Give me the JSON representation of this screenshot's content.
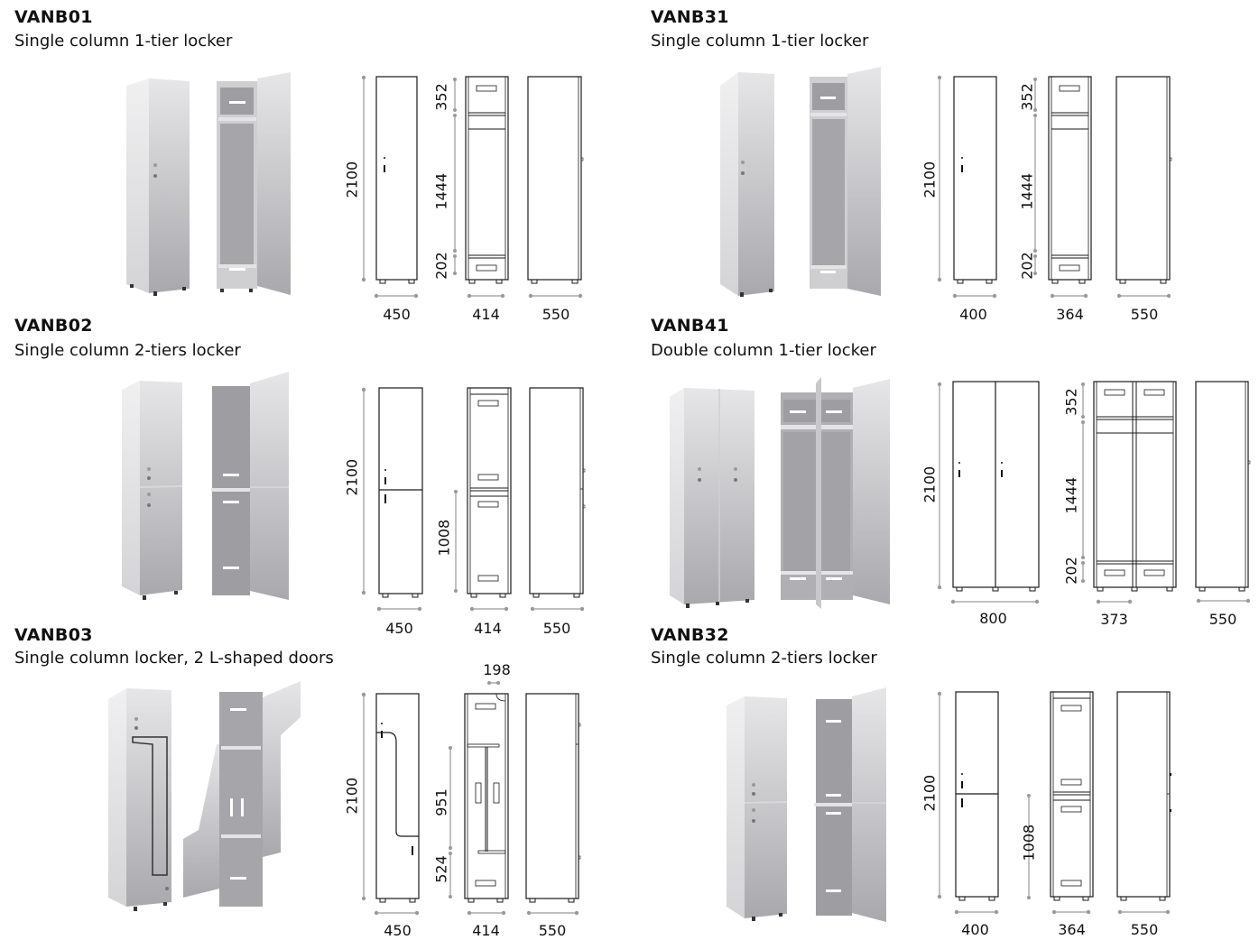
{
  "products": [
    {
      "code": "VANB01",
      "description": "Single column 1-tier locker",
      "drawings": {
        "front": {
          "height": "2100",
          "width": "450"
        },
        "interior": {
          "width": "414",
          "segments": [
            "352",
            "1444",
            "202"
          ]
        },
        "side": {
          "depth": "550"
        }
      }
    },
    {
      "code": "VANB31",
      "description": "Single column 1-tier locker",
      "drawings": {
        "front": {
          "height": "2100",
          "width": "400"
        },
        "interior": {
          "width": "364",
          "segments": [
            "352",
            "1444",
            "202"
          ]
        },
        "side": {
          "depth": "550"
        }
      }
    },
    {
      "code": "VANB02",
      "description": "Single column 2-tiers locker",
      "drawings": {
        "front": {
          "height": "2100",
          "width": "450"
        },
        "interior": {
          "width": "414",
          "segments": [
            "1008"
          ]
        },
        "side": {
          "depth": "550"
        }
      }
    },
    {
      "code": "VANB41",
      "description": "Double column 1-tier locker",
      "drawings": {
        "front": {
          "height": "2100",
          "width": "800"
        },
        "interior": {
          "width": "373",
          "segments": [
            "352",
            "1444",
            "202"
          ]
        },
        "side": {
          "depth": "550"
        }
      }
    },
    {
      "code": "VANB03",
      "description": "Single column locker, 2 L-shaped doors",
      "drawings": {
        "front": {
          "height": "2100",
          "width": "450"
        },
        "interior": {
          "width": "414",
          "top_offset": "198",
          "segments": [
            "951",
            "524"
          ]
        },
        "side": {
          "depth": "550"
        }
      }
    },
    {
      "code": "VANB32",
      "description": "Single column 2-tiers locker",
      "drawings": {
        "front": {
          "height": "2100",
          "width": "400"
        },
        "interior": {
          "width": "364",
          "segments": [
            "1008"
          ]
        },
        "side": {
          "depth": "550"
        }
      }
    }
  ],
  "colors": {
    "line": "#1a1a1a",
    "dimension": "#9a9a9a",
    "locker_light": "#e4e4e6",
    "locker_mid": "#b9b8bb",
    "locker_dark": "#8f8e92"
  }
}
